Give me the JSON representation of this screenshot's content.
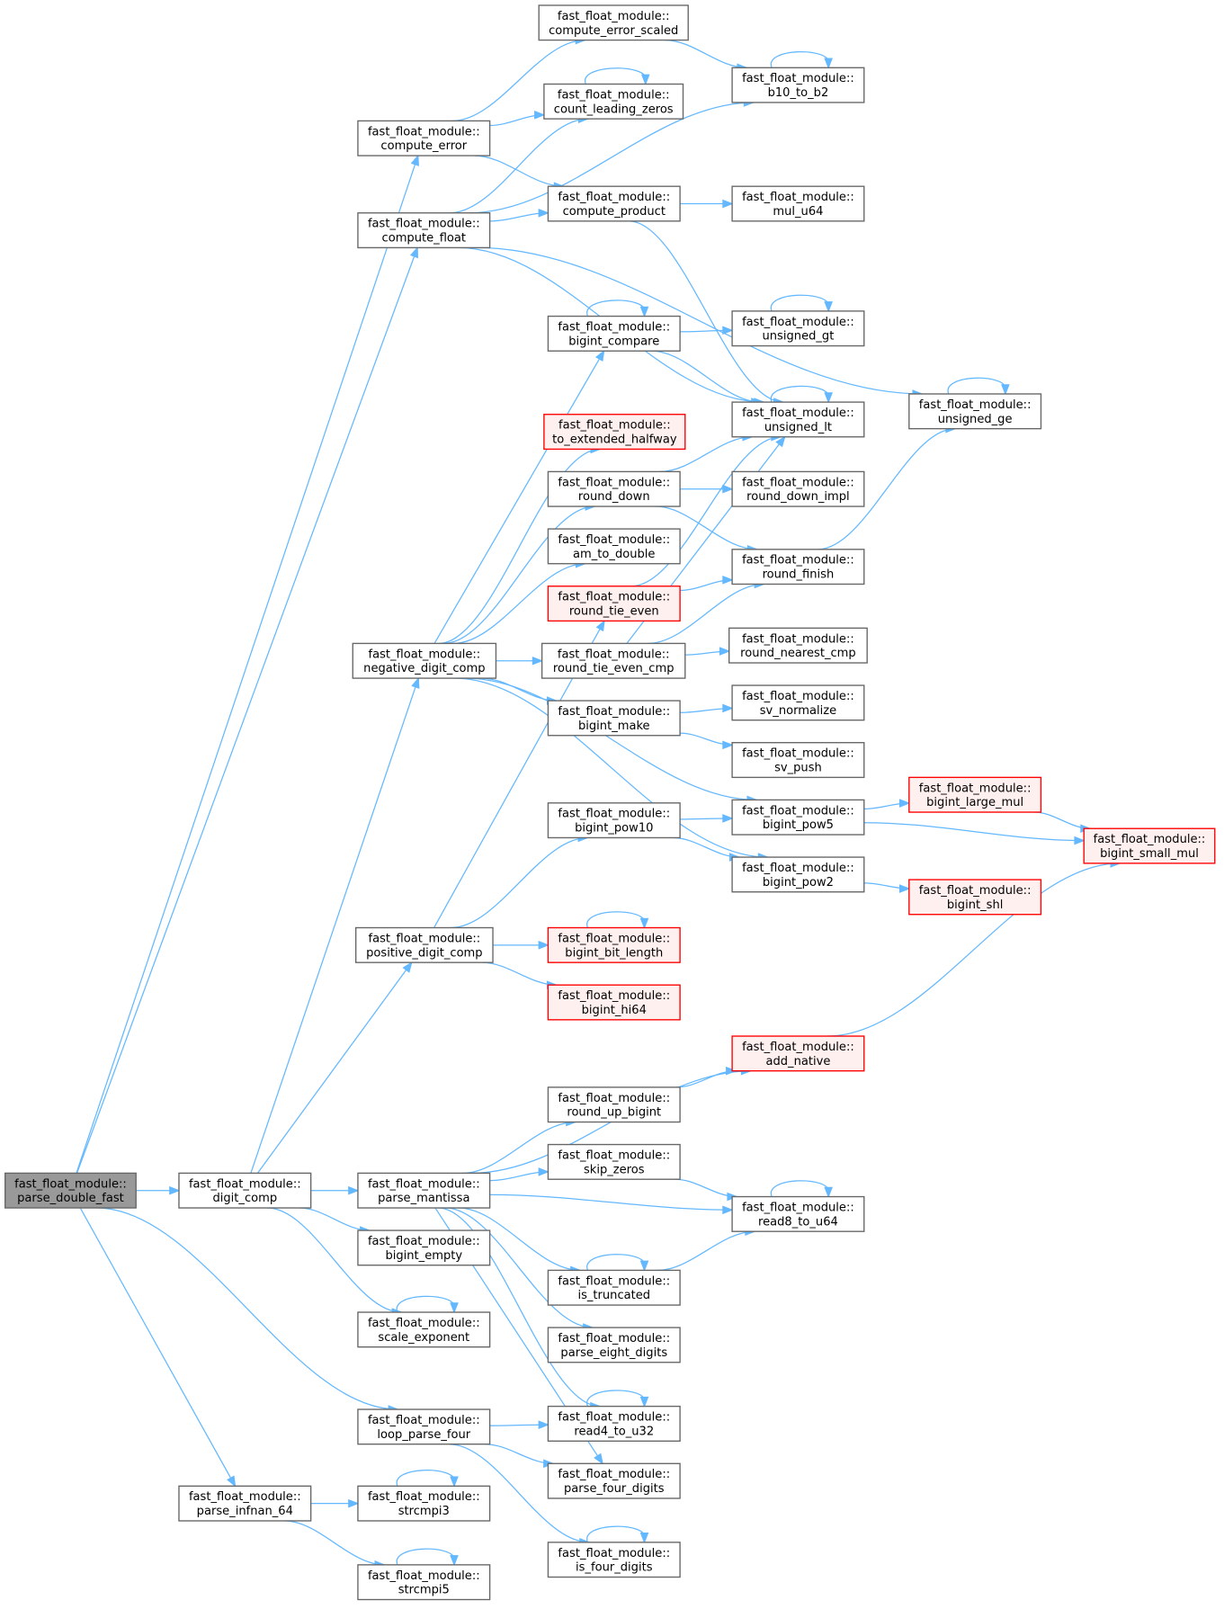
{
  "colors": {
    "edge": "#63b8ff",
    "box_border": "#666666",
    "box_fill": "#ffffff",
    "root_fill": "#999999",
    "error_border": "#ff0000",
    "error_fill": "#fff0f0"
  },
  "nodes": [
    {
      "id": "parse_double_fast",
      "ns": "fast_float_module::",
      "name": "parse_double_fast",
      "style": "root"
    },
    {
      "id": "digit_comp",
      "ns": "fast_float_module::",
      "name": "digit_comp",
      "style": "normal"
    },
    {
      "id": "parse_infnan_64",
      "ns": "fast_float_module::",
      "name": "parse_infnan_64",
      "style": "normal"
    },
    {
      "id": "compute_error",
      "ns": "fast_float_module::",
      "name": "compute_error",
      "style": "normal"
    },
    {
      "id": "compute_float",
      "ns": "fast_float_module::",
      "name": "compute_float",
      "style": "normal"
    },
    {
      "id": "negative_digit_comp",
      "ns": "fast_float_module::",
      "name": "negative_digit_comp",
      "style": "normal"
    },
    {
      "id": "positive_digit_comp",
      "ns": "fast_float_module::",
      "name": "positive_digit_comp",
      "style": "normal"
    },
    {
      "id": "parse_mantissa",
      "ns": "fast_float_module::",
      "name": "parse_mantissa",
      "style": "normal"
    },
    {
      "id": "bigint_empty",
      "ns": "fast_float_module::",
      "name": "bigint_empty",
      "style": "normal"
    },
    {
      "id": "scale_exponent",
      "ns": "fast_float_module::",
      "name": "scale_exponent",
      "style": "normal"
    },
    {
      "id": "loop_parse_four",
      "ns": "fast_float_module::",
      "name": "loop_parse_four",
      "style": "normal"
    },
    {
      "id": "strcmpi3",
      "ns": "fast_float_module::",
      "name": "strcmpi3",
      "style": "normal"
    },
    {
      "id": "strcmpi5",
      "ns": "fast_float_module::",
      "name": "strcmpi5",
      "style": "normal"
    },
    {
      "id": "compute_error_scaled",
      "ns": "fast_float_module::",
      "name": "compute_error_scaled",
      "style": "normal"
    },
    {
      "id": "count_leading_zeros",
      "ns": "fast_float_module::",
      "name": "count_leading_zeros",
      "style": "normal"
    },
    {
      "id": "compute_product",
      "ns": "fast_float_module::",
      "name": "compute_product",
      "style": "normal"
    },
    {
      "id": "bigint_compare",
      "ns": "fast_float_module::",
      "name": "bigint_compare",
      "style": "normal"
    },
    {
      "id": "to_extended_halfway",
      "ns": "fast_float_module::",
      "name": "to_extended_halfway",
      "style": "error"
    },
    {
      "id": "round_down",
      "ns": "fast_float_module::",
      "name": "round_down",
      "style": "normal"
    },
    {
      "id": "am_to_double",
      "ns": "fast_float_module::",
      "name": "am_to_double",
      "style": "normal"
    },
    {
      "id": "round_tie_even",
      "ns": "fast_float_module::",
      "name": "round_tie_even",
      "style": "error"
    },
    {
      "id": "round_tie_even_cmp",
      "ns": "fast_float_module::",
      "name": "round_tie_even_cmp",
      "style": "normal"
    },
    {
      "id": "bigint_make",
      "ns": "fast_float_module::",
      "name": "bigint_make",
      "style": "normal"
    },
    {
      "id": "bigint_pow10",
      "ns": "fast_float_module::",
      "name": "bigint_pow10",
      "style": "normal"
    },
    {
      "id": "bigint_bit_length",
      "ns": "fast_float_module::",
      "name": "bigint_bit_length",
      "style": "error"
    },
    {
      "id": "bigint_hi64",
      "ns": "fast_float_module::",
      "name": "bigint_hi64",
      "style": "error"
    },
    {
      "id": "round_up_bigint",
      "ns": "fast_float_module::",
      "name": "round_up_bigint",
      "style": "normal"
    },
    {
      "id": "skip_zeros",
      "ns": "fast_float_module::",
      "name": "skip_zeros",
      "style": "normal"
    },
    {
      "id": "is_truncated",
      "ns": "fast_float_module::",
      "name": "is_truncated",
      "style": "normal"
    },
    {
      "id": "parse_eight_digits",
      "ns": "fast_float_module::",
      "name": "parse_eight_digits",
      "style": "normal"
    },
    {
      "id": "read4_to_u32",
      "ns": "fast_float_module::",
      "name": "read4_to_u32",
      "style": "normal"
    },
    {
      "id": "parse_four_digits",
      "ns": "fast_float_module::",
      "name": "parse_four_digits",
      "style": "normal"
    },
    {
      "id": "is_four_digits",
      "ns": "fast_float_module::",
      "name": "is_four_digits",
      "style": "normal"
    },
    {
      "id": "b10_to_b2",
      "ns": "fast_float_module::",
      "name": "b10_to_b2",
      "style": "normal"
    },
    {
      "id": "mul_u64",
      "ns": "fast_float_module::",
      "name": "mul_u64",
      "style": "normal"
    },
    {
      "id": "unsigned_gt",
      "ns": "fast_float_module::",
      "name": "unsigned_gt",
      "style": "normal"
    },
    {
      "id": "unsigned_lt",
      "ns": "fast_float_module::",
      "name": "unsigned_lt",
      "style": "normal"
    },
    {
      "id": "round_down_impl",
      "ns": "fast_float_module::",
      "name": "round_down_impl",
      "style": "normal"
    },
    {
      "id": "round_finish",
      "ns": "fast_float_module::",
      "name": "round_finish",
      "style": "normal"
    },
    {
      "id": "round_nearest_cmp",
      "ns": "fast_float_module::",
      "name": "round_nearest_cmp",
      "style": "normal"
    },
    {
      "id": "sv_normalize",
      "ns": "fast_float_module::",
      "name": "sv_normalize",
      "style": "normal"
    },
    {
      "id": "sv_push",
      "ns": "fast_float_module::",
      "name": "sv_push",
      "style": "normal"
    },
    {
      "id": "bigint_pow5",
      "ns": "fast_float_module::",
      "name": "bigint_pow5",
      "style": "normal"
    },
    {
      "id": "bigint_pow2",
      "ns": "fast_float_module::",
      "name": "bigint_pow2",
      "style": "normal"
    },
    {
      "id": "add_native",
      "ns": "fast_float_module::",
      "name": "add_native",
      "style": "error"
    },
    {
      "id": "read8_to_u64",
      "ns": "fast_float_module::",
      "name": "read8_to_u64",
      "style": "normal"
    },
    {
      "id": "unsigned_ge",
      "ns": "fast_float_module::",
      "name": "unsigned_ge",
      "style": "normal"
    },
    {
      "id": "bigint_large_mul",
      "ns": "fast_float_module::",
      "name": "bigint_large_mul",
      "style": "error"
    },
    {
      "id": "bigint_shl",
      "ns": "fast_float_module::",
      "name": "bigint_shl",
      "style": "error"
    },
    {
      "id": "bigint_small_mul",
      "ns": "fast_float_module::",
      "name": "bigint_small_mul",
      "style": "error"
    }
  ],
  "edges": [
    [
      "parse_double_fast",
      "compute_error"
    ],
    [
      "parse_double_fast",
      "compute_float"
    ],
    [
      "parse_double_fast",
      "digit_comp"
    ],
    [
      "parse_double_fast",
      "loop_parse_four"
    ],
    [
      "parse_double_fast",
      "parse_infnan_64"
    ],
    [
      "digit_comp",
      "negative_digit_comp"
    ],
    [
      "digit_comp",
      "positive_digit_comp"
    ],
    [
      "digit_comp",
      "parse_mantissa"
    ],
    [
      "digit_comp",
      "bigint_empty"
    ],
    [
      "digit_comp",
      "scale_exponent"
    ],
    [
      "compute_error",
      "compute_error_scaled"
    ],
    [
      "compute_error",
      "count_leading_zeros"
    ],
    [
      "compute_error",
      "compute_product"
    ],
    [
      "compute_float",
      "count_leading_zeros"
    ],
    [
      "compute_float",
      "b10_to_b2"
    ],
    [
      "compute_float",
      "compute_product"
    ],
    [
      "compute_float",
      "unsigned_ge"
    ],
    [
      "compute_float",
      "unsigned_lt"
    ],
    [
      "compute_error_scaled",
      "b10_to_b2"
    ],
    [
      "compute_product",
      "mul_u64"
    ],
    [
      "compute_product",
      "unsigned_lt"
    ],
    [
      "bigint_compare",
      "unsigned_gt"
    ],
    [
      "bigint_compare",
      "unsigned_lt"
    ],
    [
      "negative_digit_comp",
      "bigint_compare"
    ],
    [
      "negative_digit_comp",
      "to_extended_halfway"
    ],
    [
      "negative_digit_comp",
      "round_down"
    ],
    [
      "negative_digit_comp",
      "am_to_double"
    ],
    [
      "negative_digit_comp",
      "round_tie_even_cmp"
    ],
    [
      "negative_digit_comp",
      "bigint_make"
    ],
    [
      "negative_digit_comp",
      "bigint_pow5"
    ],
    [
      "negative_digit_comp",
      "bigint_pow2"
    ],
    [
      "round_down",
      "unsigned_lt"
    ],
    [
      "round_down",
      "round_down_impl"
    ],
    [
      "round_down",
      "round_finish"
    ],
    [
      "round_tie_even",
      "unsigned_lt"
    ],
    [
      "round_tie_even",
      "round_finish"
    ],
    [
      "round_tie_even_cmp",
      "unsigned_lt"
    ],
    [
      "round_tie_even_cmp",
      "round_finish"
    ],
    [
      "round_tie_even_cmp",
      "round_nearest_cmp"
    ],
    [
      "round_finish",
      "unsigned_ge"
    ],
    [
      "bigint_make",
      "sv_normalize"
    ],
    [
      "bigint_make",
      "sv_push"
    ],
    [
      "bigint_pow10",
      "bigint_pow5"
    ],
    [
      "bigint_pow10",
      "bigint_pow2"
    ],
    [
      "bigint_pow5",
      "bigint_large_mul"
    ],
    [
      "bigint_pow5",
      "bigint_small_mul"
    ],
    [
      "bigint_pow2",
      "bigint_shl"
    ],
    [
      "bigint_large_mul",
      "bigint_small_mul"
    ],
    [
      "positive_digit_comp",
      "round_tie_even"
    ],
    [
      "positive_digit_comp",
      "bigint_pow10"
    ],
    [
      "positive_digit_comp",
      "bigint_bit_length"
    ],
    [
      "positive_digit_comp",
      "bigint_hi64"
    ],
    [
      "parse_mantissa",
      "add_native"
    ],
    [
      "parse_mantissa",
      "round_up_bigint"
    ],
    [
      "parse_mantissa",
      "skip_zeros"
    ],
    [
      "parse_mantissa",
      "read8_to_u64"
    ],
    [
      "parse_mantissa",
      "is_truncated"
    ],
    [
      "parse_mantissa",
      "parse_eight_digits"
    ],
    [
      "parse_mantissa",
      "read4_to_u32"
    ],
    [
      "parse_mantissa",
      "parse_four_digits"
    ],
    [
      "round_up_bigint",
      "add_native"
    ],
    [
      "add_native",
      "bigint_small_mul"
    ],
    [
      "skip_zeros",
      "read8_to_u64"
    ],
    [
      "is_truncated",
      "read8_to_u64"
    ],
    [
      "loop_parse_four",
      "read4_to_u32"
    ],
    [
      "loop_parse_four",
      "parse_four_digits"
    ],
    [
      "loop_parse_four",
      "is_four_digits"
    ],
    [
      "parse_infnan_64",
      "strcmpi3"
    ],
    [
      "parse_infnan_64",
      "strcmpi5"
    ]
  ],
  "self_loops": [
    "count_leading_zeros",
    "b10_to_b2",
    "bigint_compare",
    "unsigned_gt",
    "unsigned_lt",
    "unsigned_ge",
    "bigint_bit_length",
    "read8_to_u64",
    "is_truncated",
    "scale_exponent",
    "read4_to_u32",
    "strcmpi3",
    "strcmpi5",
    "is_four_digits"
  ]
}
